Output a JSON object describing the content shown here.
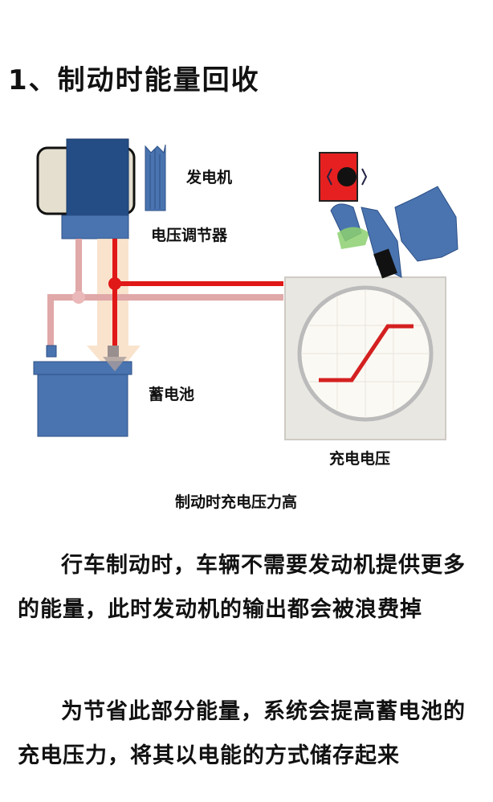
{
  "title": "1、制动时能量回收",
  "diagram": {
    "generator_label": "发电机",
    "regulator_label": "电压调节器",
    "battery_label": "蓄电池",
    "charge_voltage_label": "充电电压",
    "caption": "制动时充电压力高",
    "colors": {
      "blue": "#4a74b0",
      "dark_blue": "#244d86",
      "red": "#e01818",
      "pink": "#e0a8a8",
      "beige": "#f8dcc0"
    }
  },
  "paragraphs": [
    "行车制动时，车辆不需要发动机提供更多的能量，此时发动机的输出都会被浪费掉",
    "为节省此部分能量，系统会提高蓄电池的充电压力，将其以电能的方式储存起来"
  ]
}
